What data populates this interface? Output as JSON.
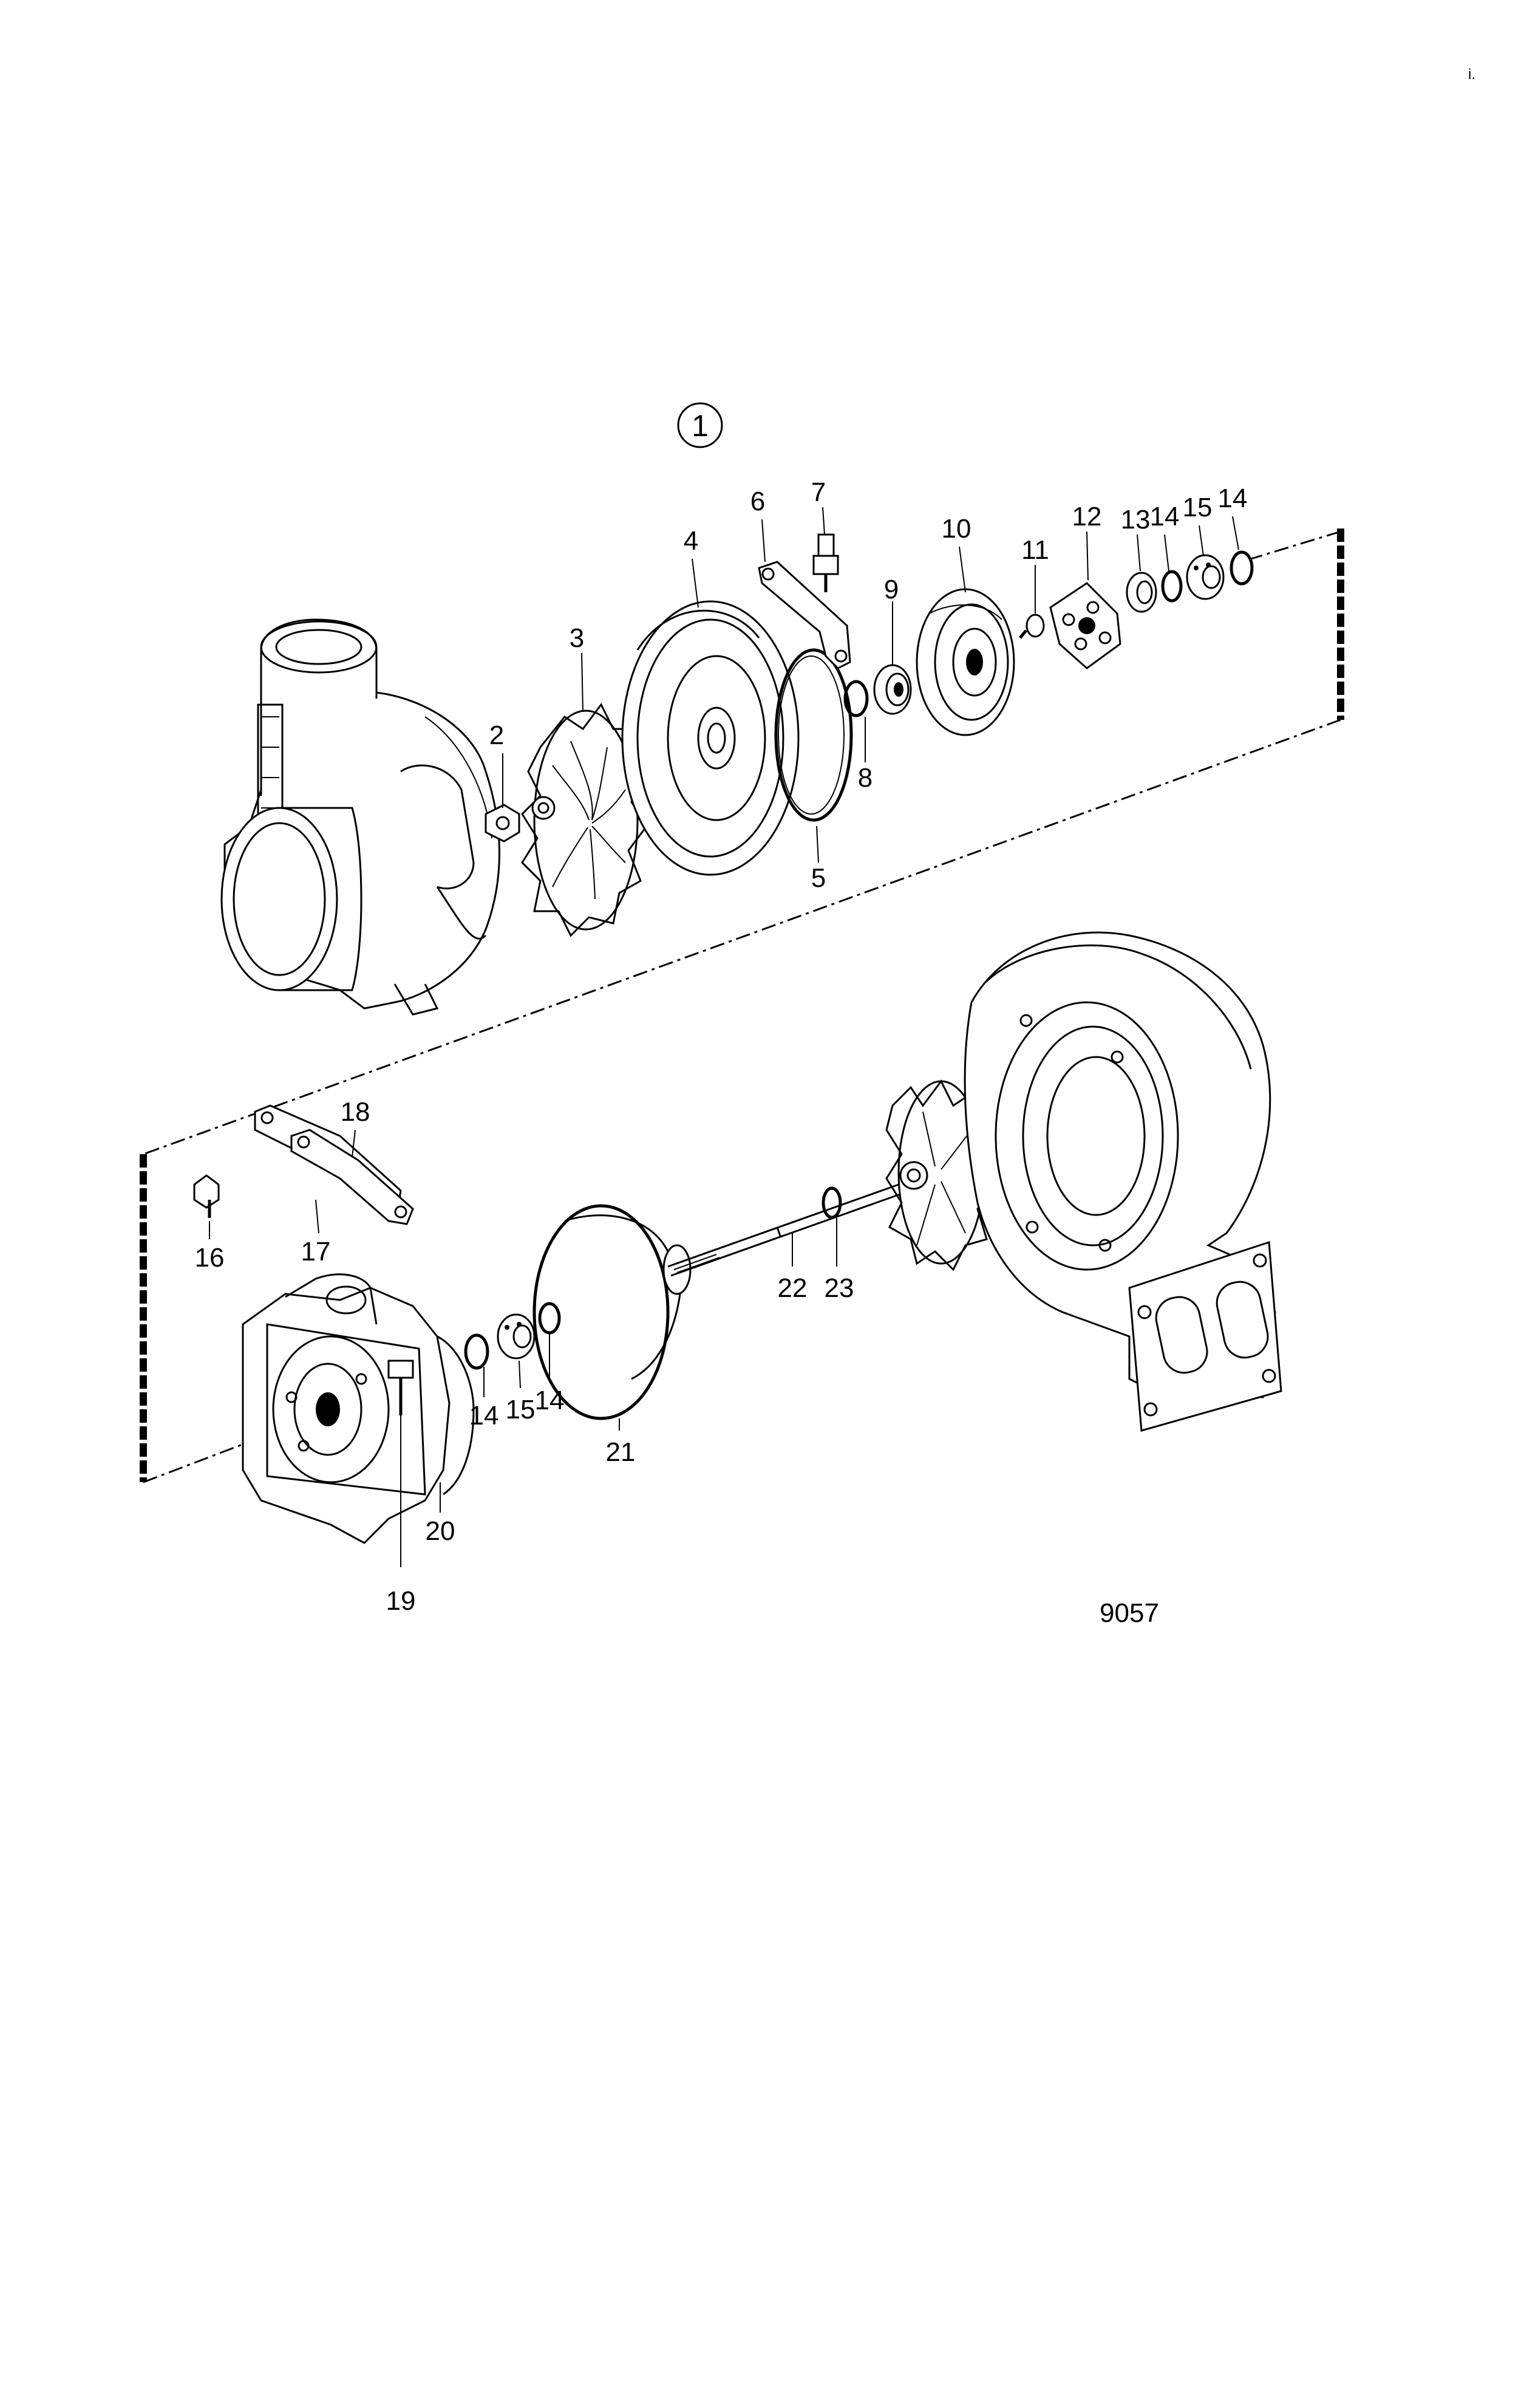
{
  "corner_mark": "i.",
  "group_marker": "1",
  "drawing_number": "9057",
  "part_labels": {
    "p2": "2",
    "p3": "3",
    "p4": "4",
    "p5": "5",
    "p6": "6",
    "p7": "7",
    "p8": "8",
    "p9": "9",
    "p10": "10",
    "p11": "11",
    "p12": "12",
    "p13": "13",
    "p14a": "14",
    "p15a": "15",
    "p14b": "14",
    "p16": "16",
    "p17": "17",
    "p18": "18",
    "p19": "19",
    "p20": "20",
    "p21": "21",
    "p22": "22",
    "p23": "23",
    "p14c": "14",
    "p15b": "15",
    "p14d": "14"
  }
}
